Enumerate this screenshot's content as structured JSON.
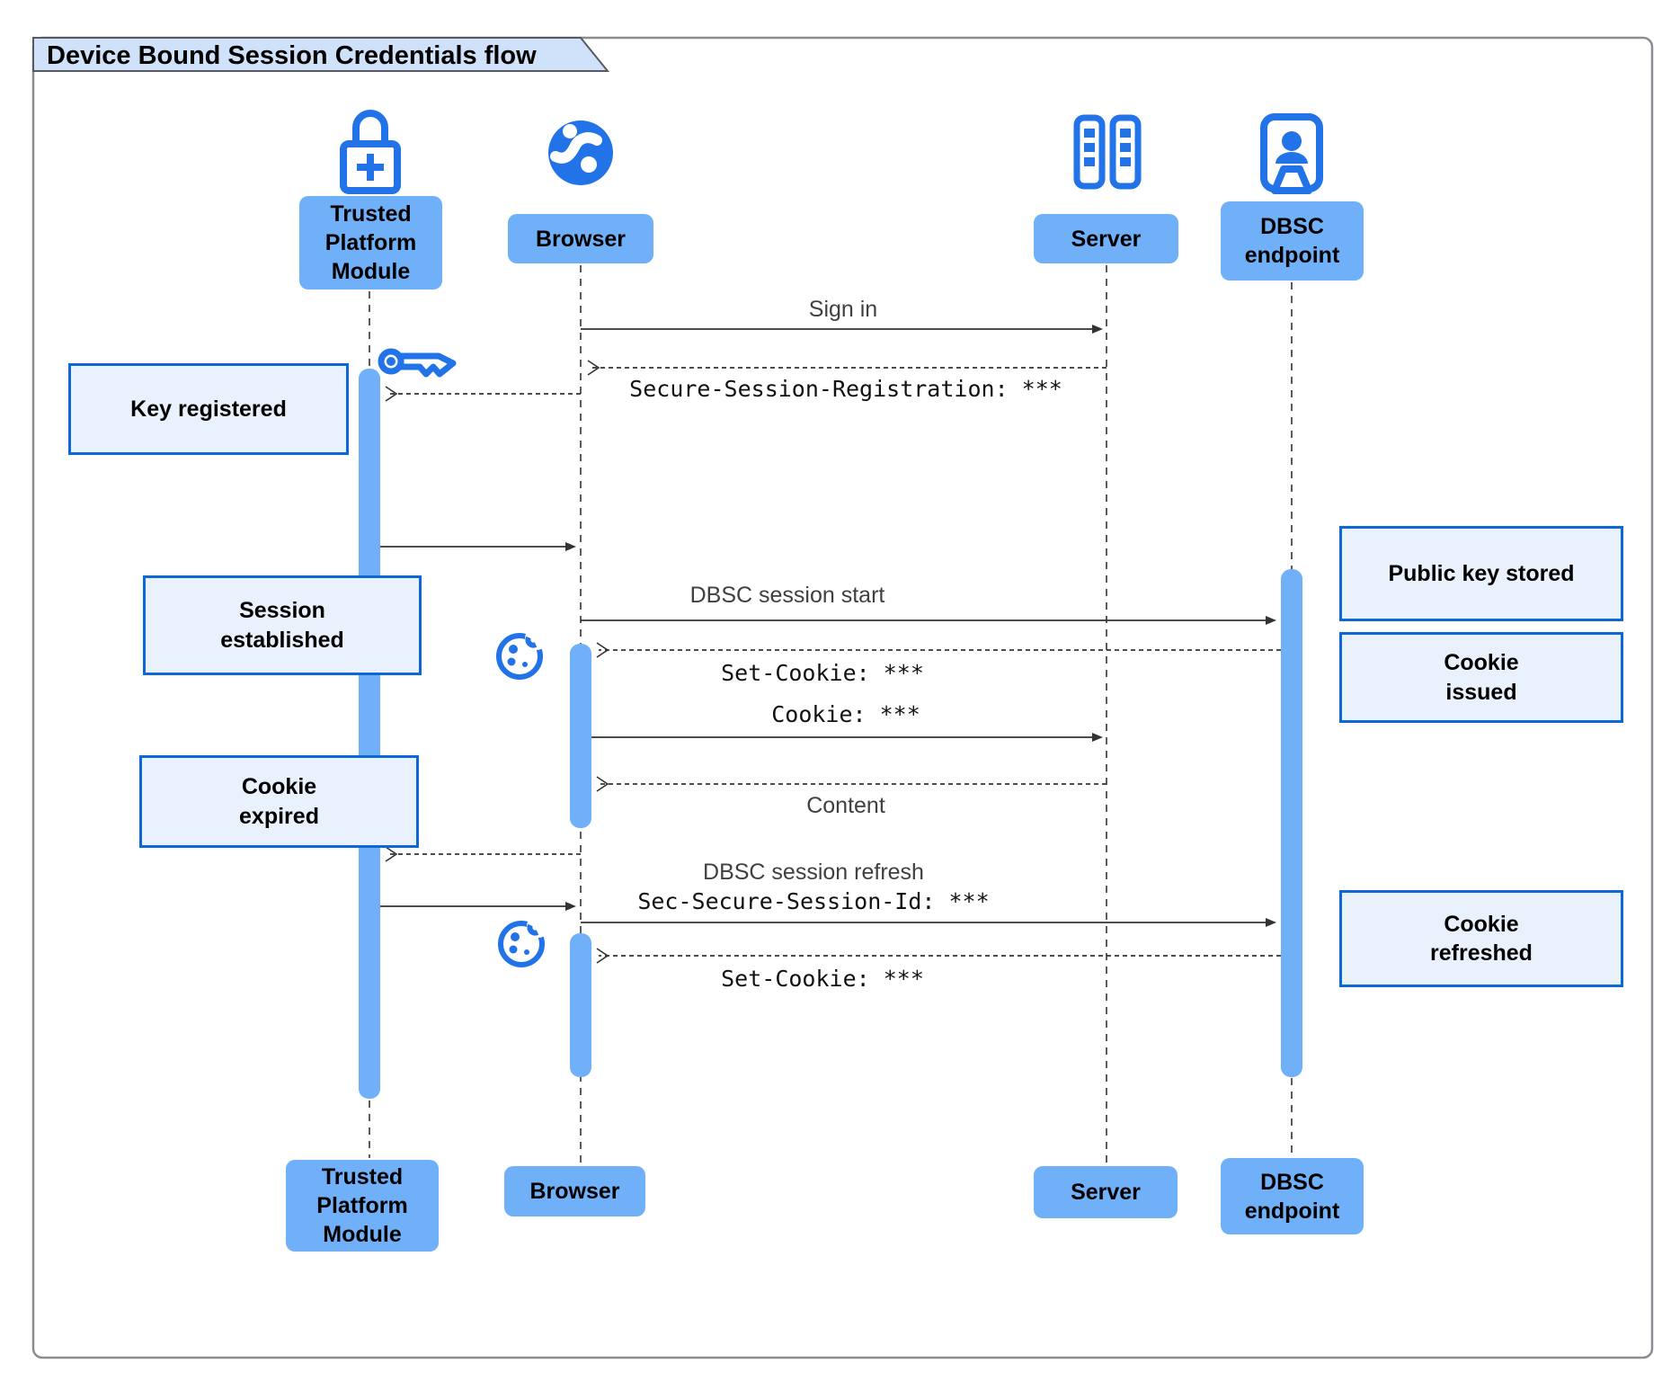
{
  "title": "Device Bound Session Credentials flow",
  "participants": {
    "tpm": {
      "label": "Trusted\nPlatform\nModule"
    },
    "browser": {
      "label": "Browser"
    },
    "server": {
      "label": "Server"
    },
    "dbsc": {
      "label": "DBSC\nendpoint"
    }
  },
  "messages": {
    "sign_in": "Sign in",
    "secure_session_registration": "Secure-Session-Registration: ***",
    "dbsc_session_start": "DBSC session start",
    "set_cookie_1": "Set-Cookie: ***",
    "cookie": "Cookie: ***",
    "content": "Content",
    "dbsc_session_refresh": "DBSC session refresh",
    "sec_secure_session_id": "Sec-Secure-Session-Id: ***",
    "set_cookie_2": "Set-Cookie: ***"
  },
  "notes": {
    "key_registered": "Key registered",
    "session_established": "Session\nestablished",
    "cookie_expired": "Cookie\nexpired",
    "public_key_stored": "Public key stored",
    "cookie_issued": "Cookie\nissued",
    "cookie_refreshed": "Cookie\nrefreshed"
  },
  "icons": {
    "tpm": "lock-plus-icon",
    "browser": "globe-icon",
    "server": "server-racks-icon",
    "dbsc": "contact-card-icon",
    "key": "key-icon",
    "cookie": "cookie-icon"
  },
  "colors": {
    "icon_blue": "#2272e8",
    "participant_fill": "#70b0f8",
    "activation_fill": "#70b0f8",
    "note_fill": "#e9f1fd",
    "note_border": "#0d67d4",
    "arrow": "#333333",
    "message_text": "#404040",
    "title_tab_fill": "#cfe2f9",
    "frame_border": "#8a8d91"
  }
}
